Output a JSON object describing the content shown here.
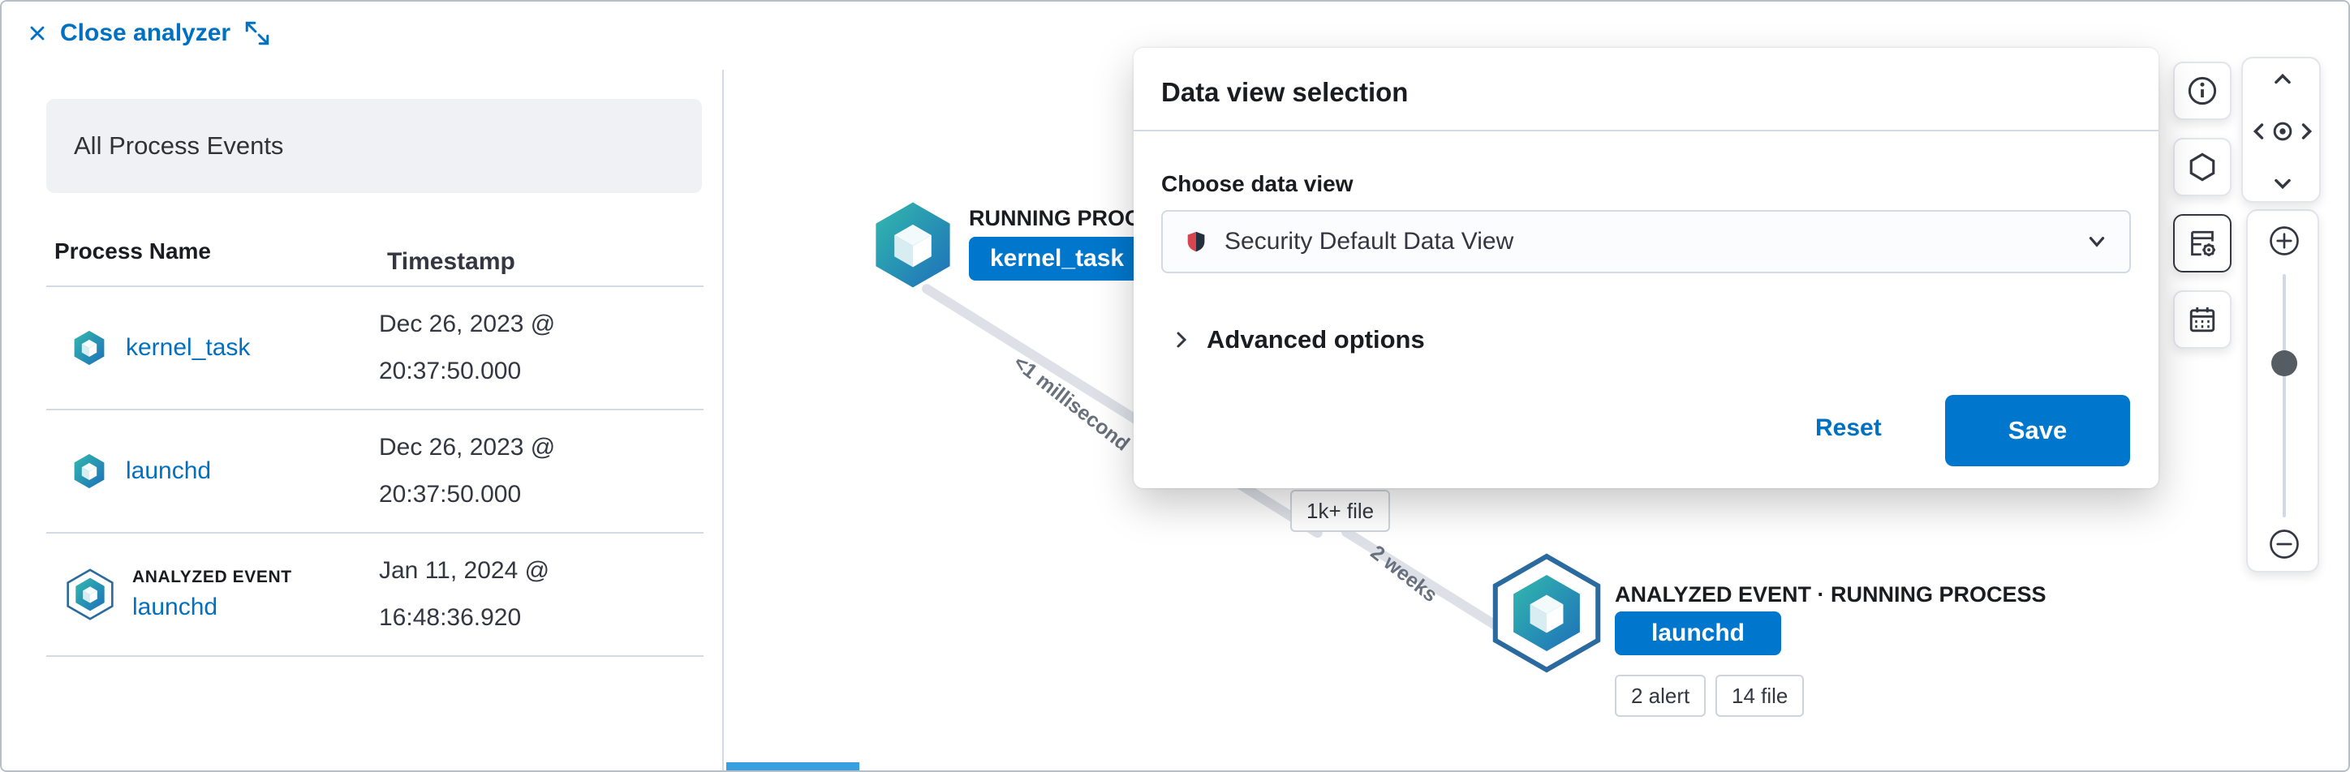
{
  "titlebar": {
    "close_label": "Close analyzer"
  },
  "events_panel": {
    "title": "All Process Events",
    "col_process": "Process Name",
    "col_timestamp": "Timestamp",
    "rows": [
      {
        "name": "kernel_task",
        "ts1": "Dec 26, 2023 @",
        "ts2": "20:37:50.000"
      },
      {
        "name": "launchd",
        "ts1": "Dec 26, 2023 @",
        "ts2": "20:37:50.000"
      },
      {
        "name": "launchd",
        "badge": "ANALYZED EVENT",
        "ts1": "Jan 11, 2024 @",
        "ts2": "16:48:36.920"
      }
    ]
  },
  "graph": {
    "node_kernel": {
      "type_label": "RUNNING PROCESS",
      "name": "kernel_task"
    },
    "edge1_label": "<1 millisecond",
    "file_badge": "1k+ file",
    "edge2_label": "2 weeks",
    "node_launchd": {
      "type_label": "ANALYZED EVENT · RUNNING PROCESS",
      "name": "launchd",
      "alert_badge": "2 alert",
      "file_badge": "14 file"
    }
  },
  "popover": {
    "title": "Data view selection",
    "field_label": "Choose data view",
    "selected_value": "Security Default Data View",
    "advanced_label": "Advanced options",
    "reset_label": "Reset",
    "save_label": "Save"
  },
  "colors": {
    "primary": "#0077cc",
    "link": "#0071c2",
    "text": "#343741",
    "border": "#d3dae6",
    "node_gradient_start": "#32b9ad",
    "node_gradient_end": "#1e6fba"
  }
}
